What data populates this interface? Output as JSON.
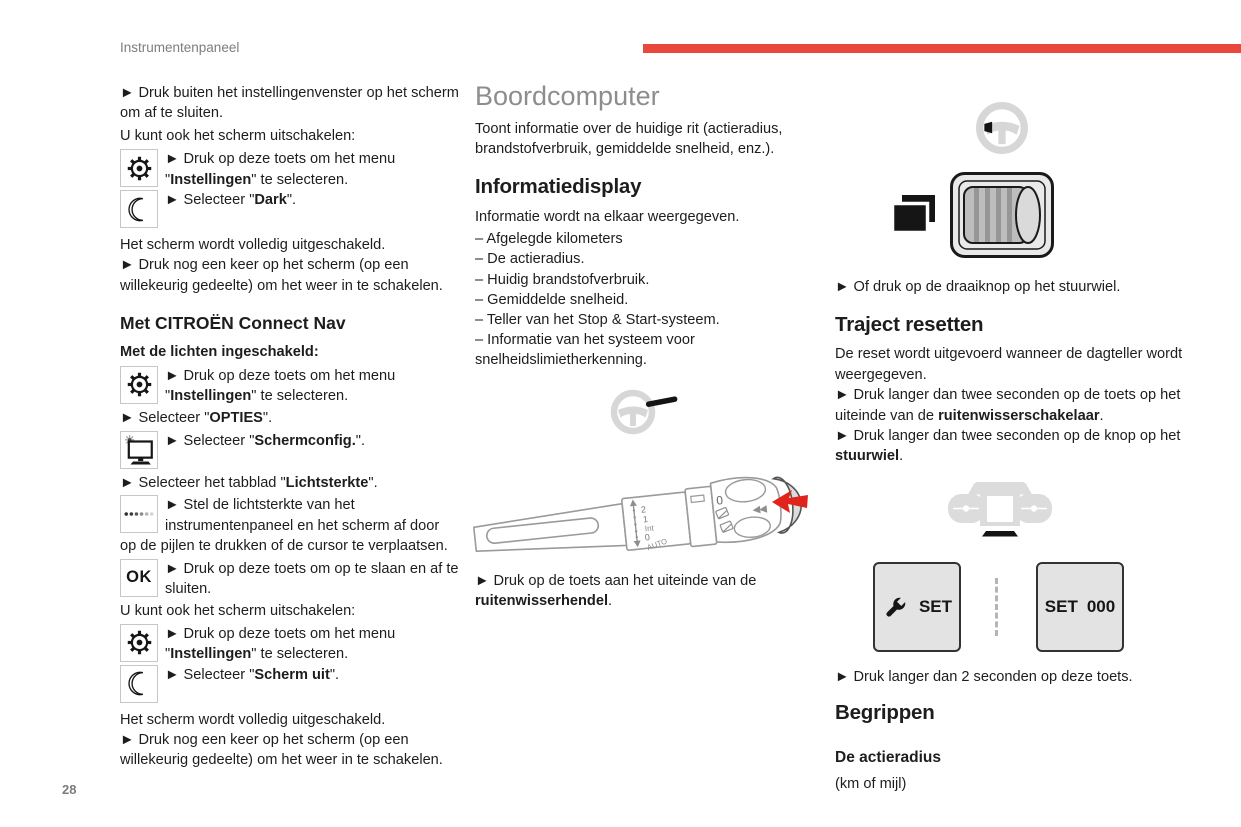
{
  "page": {
    "header": "Instrumentenpaneel",
    "number": "28"
  },
  "colors": {
    "accent_red": "#e8493c",
    "arrow_red": "#e0241b",
    "illustration_gray": "#d7d7d7"
  },
  "icons": [
    "settings-gear-icon",
    "night-mode-moon-icon",
    "screen-brightness-icon",
    "brightness-dots-icon",
    "ok-icon",
    "steering-wheel-icon",
    "wiper-stalk-illustration",
    "page-stack-icon",
    "thumbwheel-icon",
    "steering-wheel-top-view-icon",
    "wrench-icon",
    "red-arrow-icon"
  ],
  "left": {
    "p1": "► Druk buiten het instellingenvenster op het scherm om af te sluiten.",
    "p2": "U kunt ook het scherm uitschakelen:",
    "row_gear1": "► Druk op deze toets om het menu \"**Instellingen**\" te selecteren.",
    "row_moon1": "► Selecteer \"**Dark**\".",
    "p3": "Het scherm wordt volledig uitgeschakeld.",
    "p4": "► Druk nog een keer op het scherm (op een willekeurig gedeelte) om het weer in te schakelen.",
    "h2": "Met CITROËN Connect Nav",
    "p5": "**Met de lichten ingeschakeld:**",
    "row_gear2": "► Druk op deze toets om het menu \"**Instellingen**\" te selecteren.",
    "p6": "► Selecteer \"**OPTIES**\".",
    "row_screen": "► Selecteer \"**Schermconfig.**\".",
    "p7": "► Selecteer het tabblad \"**Lichtsterkte**\".",
    "row_dots": "► Stel de lichtsterkte van het instrumentenpaneel en het scherm af door",
    "p8": "op de pijlen te drukken of de cursor te verplaatsen.",
    "row_ok": "► Druk op deze toets om op te slaan en af te sluiten.",
    "p9": "U kunt ook het scherm uitschakelen:",
    "row_gear3": "► Druk op deze toets om het menu \"**Instellingen**\" te selecteren.",
    "row_moon2": "► Selecteer \"**Scherm uit**\".",
    "p10": "Het scherm wordt volledig uitgeschakeld.",
    "p11": "► Druk nog een keer op het scherm (op een willekeurig gedeelte) om het weer in te schakelen.",
    "ok_label": "OK"
  },
  "middle": {
    "title": "Boordcomputer",
    "intro": "Toont informatie over de huidige rit (actieradius, brandstofverbruik, gemiddelde snelheid, enz.).",
    "h2": "Informatiedisplay",
    "p1": "Informatie wordt na elkaar weergegeven.",
    "list": [
      "– Afgelegde kilometers",
      "– De actieradius.",
      "– Huidig brandstofverbruik.",
      "– Gemiddelde snelheid.",
      "– Teller van het Stop & Start-systeem.",
      "– Informatie van het systeem voor snelheidslimietherkenning."
    ],
    "stalk": {
      "s2": "2",
      "s1": "1",
      "int": "Int",
      "s0": "0",
      "auto": "AUTO",
      "zero": "0",
      "rewind": "◀◀"
    },
    "caption": "► Druk op de toets aan het uiteinde van de **ruitenwisserhendel**."
  },
  "right": {
    "p1": "► Of druk op de draaiknop op het stuurwiel.",
    "h2": "Traject resetten",
    "p2": "De reset wordt uitgevoerd wanneer de dagteller wordt weergegeven.",
    "p3": "► Druk langer dan twee seconden op de toets op het uiteinde van de **ruitenwisserschakelaar**.",
    "p4": "► Druk langer dan twee seconden op de knop op het **stuurwiel**.",
    "set_label": "SET",
    "set_value": "000",
    "p5": "► Druk langer dan 2 seconden op deze toets.",
    "h3": "Begrippen",
    "h4": "De actieradius",
    "p6": "(km of mijl)"
  }
}
